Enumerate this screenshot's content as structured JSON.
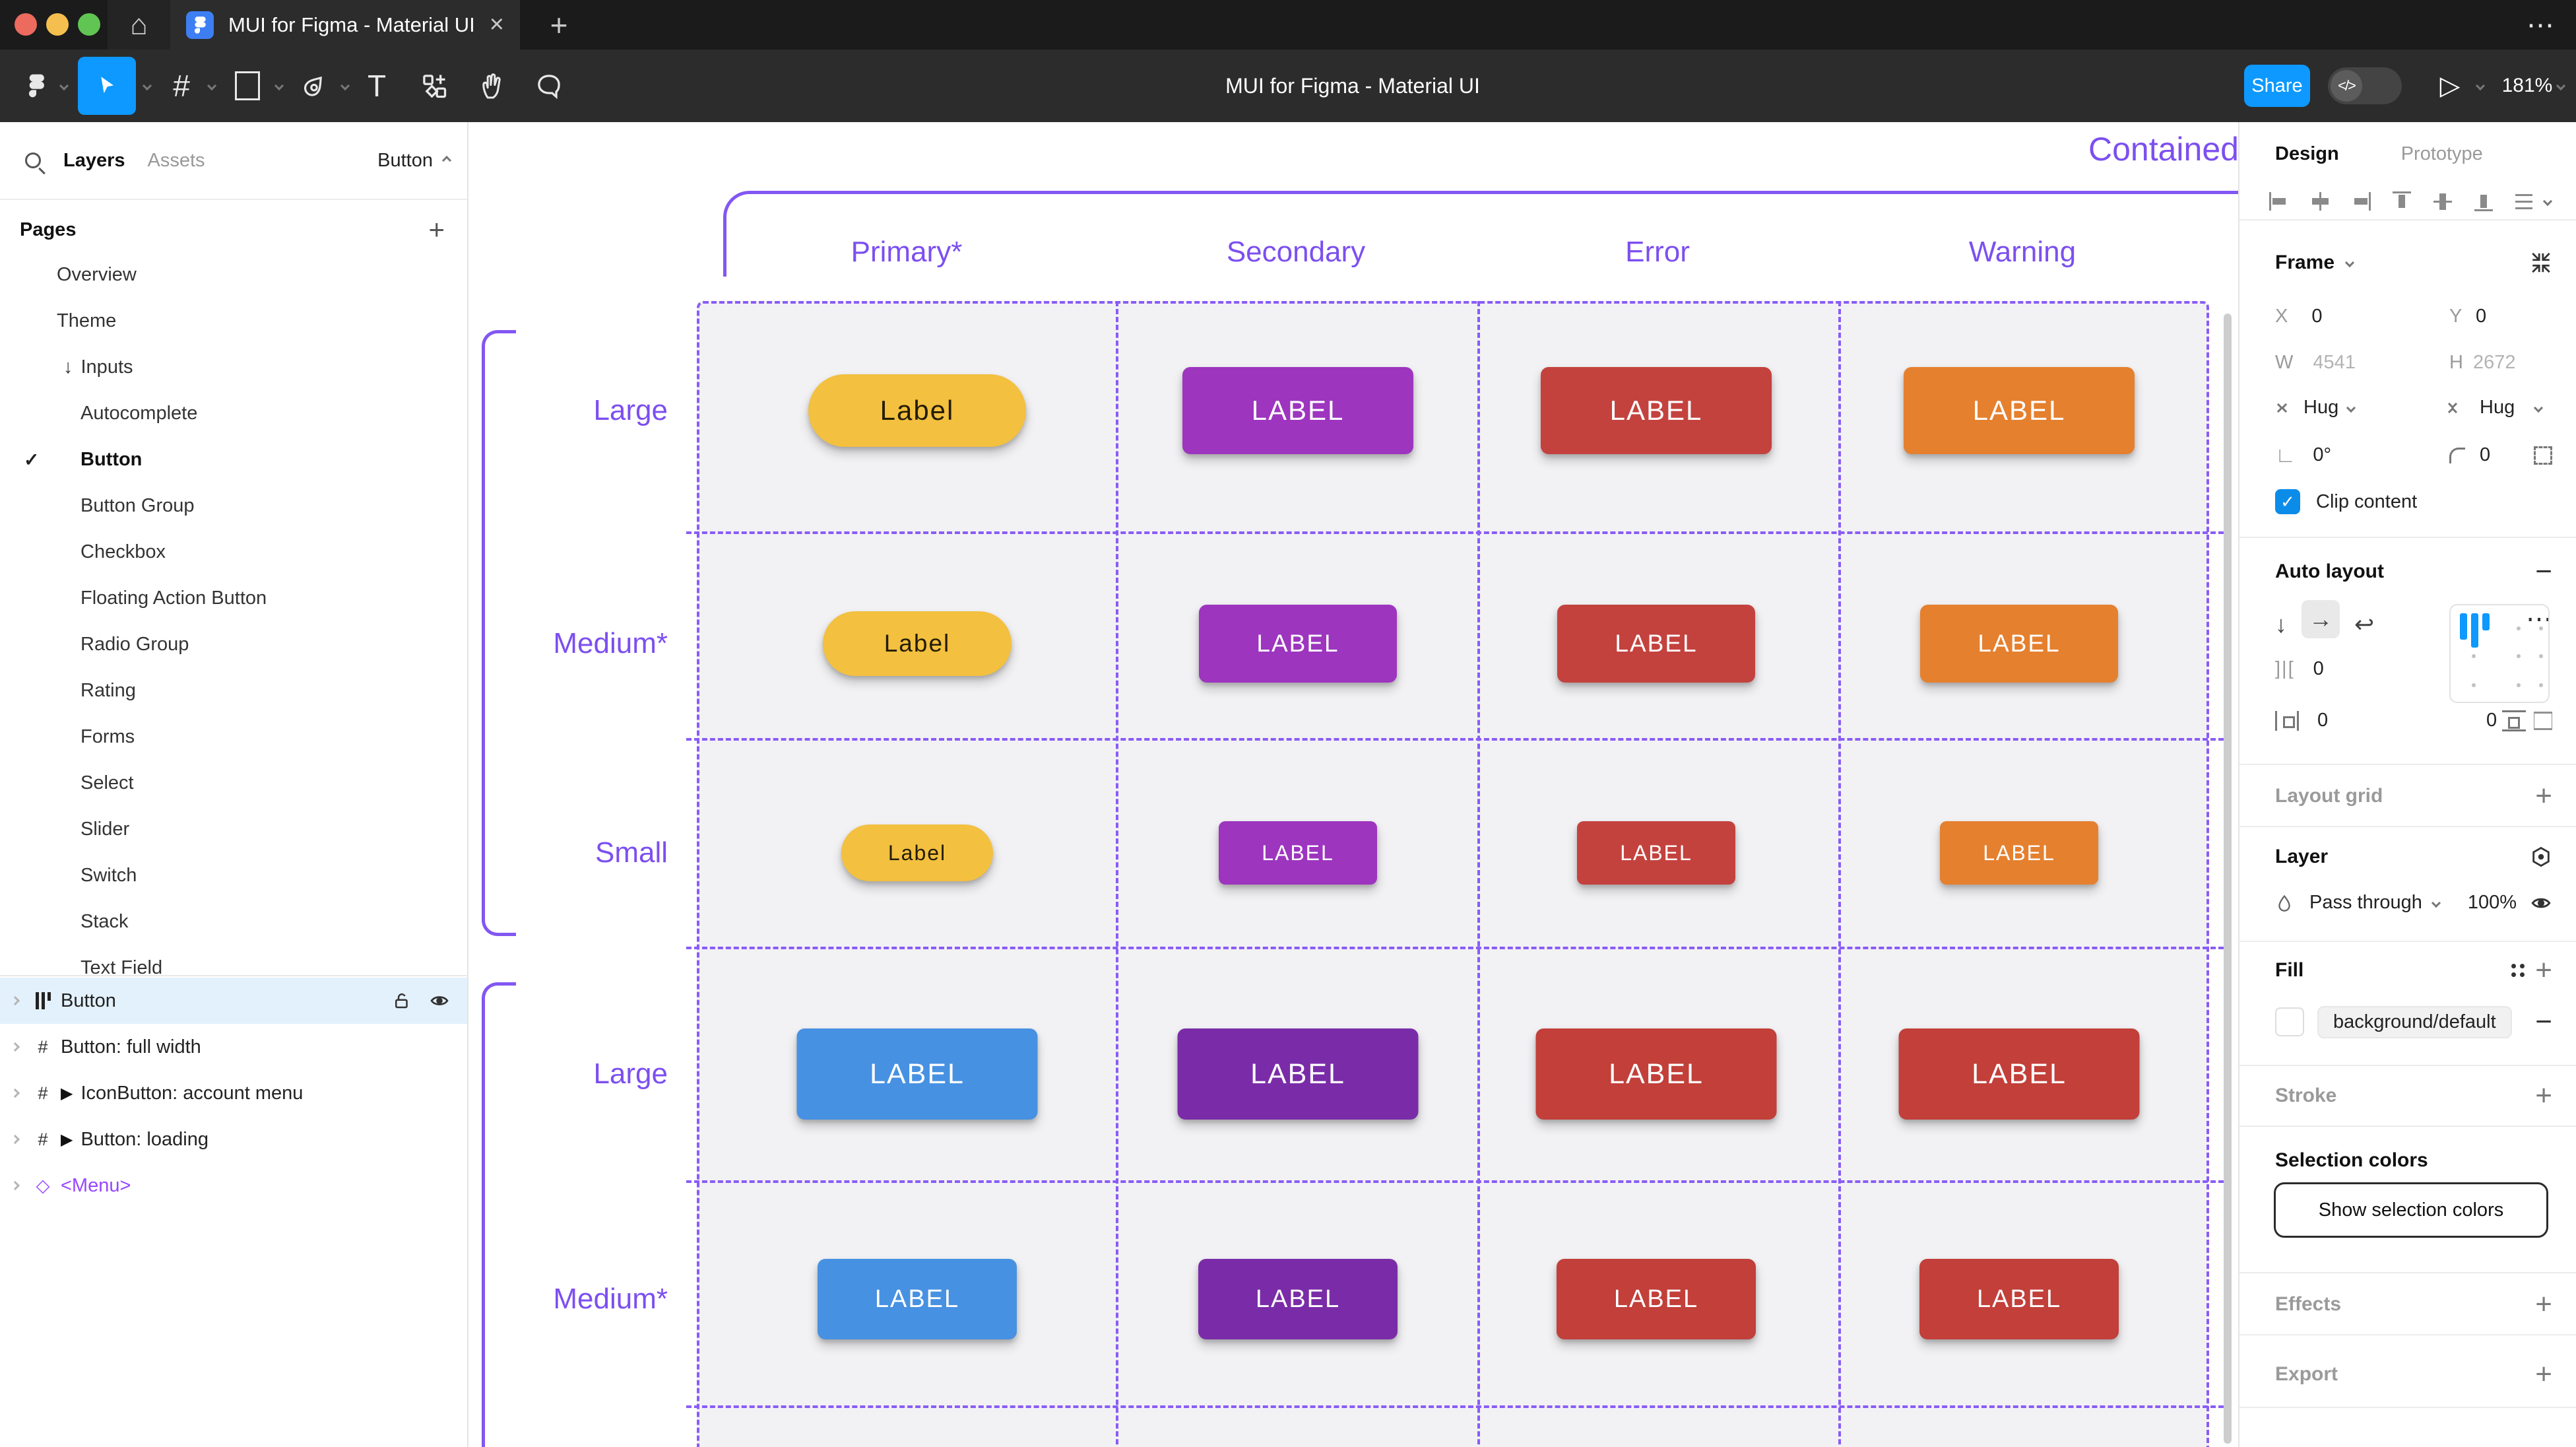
{
  "window": {
    "tab_title": "MUI for Figma - Material UI",
    "toolbar_title": "MUI for Figma - Material UI",
    "share_label": "Share",
    "zoom_level": "181%"
  },
  "icons": {
    "home": "⌂",
    "close": "×",
    "plus": "+",
    "minus": "−",
    "more": "⋯",
    "check": "✓",
    "arrow_down": "↓",
    "arrow_right": "→",
    "wrap": "↩",
    "hash": "#",
    "text_tool": "T",
    "gap": "]|[",
    "angle": "∟",
    "diamond": "◇",
    "marker": "▶",
    "play": "▷",
    "dev_mode": "</>"
  },
  "colors": {
    "figma_blue": "#0D99FF",
    "annotation_text": "#7C4FF0",
    "annotation_line": "#8A5CF6",
    "selected_row": "#E3F1FC",
    "clip_checkbox": "#0C8CE9",
    "grid_fill": "#F2F2F4"
  },
  "sidebar": {
    "tabs": {
      "layers": "Layers",
      "assets": "Assets"
    },
    "page_selector": "Button",
    "pages_header": "Pages",
    "pages": [
      {
        "label": "Overview"
      },
      {
        "label": "Theme"
      },
      {
        "label": "Inputs"
      },
      {
        "label": "Autocomplete"
      },
      {
        "label": "Button"
      },
      {
        "label": "Button Group"
      },
      {
        "label": "Checkbox"
      },
      {
        "label": "Floating Action Button"
      },
      {
        "label": "Radio Group"
      },
      {
        "label": "Rating"
      },
      {
        "label": "Forms"
      },
      {
        "label": "Select"
      },
      {
        "label": "Slider"
      },
      {
        "label": "Switch"
      },
      {
        "label": "Stack"
      },
      {
        "label": "Text Field"
      }
    ],
    "layers": [
      {
        "label": "Button"
      },
      {
        "label": "Button: full width"
      },
      {
        "label": "IconButton: account menu"
      },
      {
        "label": "Button: loading"
      },
      {
        "label": "<Menu>"
      }
    ]
  },
  "canvas": {
    "section_title": "Contained",
    "columns": [
      "Primary*",
      "Secondary",
      "Error",
      "Warning"
    ],
    "rows": [
      "Large",
      "Medium*",
      "Small",
      "Large",
      "Medium*"
    ],
    "grid": [
      {
        "cells": [
          {
            "label": "Label",
            "bg": "#F3C03F",
            "fg": "#241C07"
          },
          {
            "label": "LABEL",
            "bg": "#9D35BF",
            "fg": "#FFFFFF"
          },
          {
            "label": "LABEL",
            "bg": "#C4423E",
            "fg": "#FFFFFF"
          },
          {
            "label": "LABEL",
            "bg": "#E5802F",
            "fg": "#FFFFFF"
          }
        ]
      },
      {
        "cells": [
          {
            "label": "Label",
            "bg": "#F3C03F",
            "fg": "#241C07"
          },
          {
            "label": "LABEL",
            "bg": "#9D35BF",
            "fg": "#FFFFFF"
          },
          {
            "label": "LABEL",
            "bg": "#C4423E",
            "fg": "#FFFFFF"
          },
          {
            "label": "LABEL",
            "bg": "#E5802F",
            "fg": "#FFFFFF"
          }
        ]
      },
      {
        "cells": [
          {
            "label": "Label",
            "bg": "#F3C03F",
            "fg": "#241C07"
          },
          {
            "label": "LABEL",
            "bg": "#9D35BF",
            "fg": "#FFFFFF"
          },
          {
            "label": "LABEL",
            "bg": "#C4423E",
            "fg": "#FFFFFF"
          },
          {
            "label": "LABEL",
            "bg": "#E5802F",
            "fg": "#FFFFFF"
          }
        ]
      },
      {
        "cells": [
          {
            "label": "LABEL",
            "bg": "#4791E2",
            "fg": "#FFFFFF"
          },
          {
            "label": "LABEL",
            "bg": "#7A2CA8",
            "fg": "#FFFFFF"
          },
          {
            "label": "LABEL",
            "bg": "#C23F3A",
            "fg": "#FFFFFF"
          },
          {
            "label": "LABEL",
            "bg": "#C23F3A",
            "fg": "#FFFFFF"
          }
        ]
      },
      {
        "cells": [
          {
            "label": "LABEL",
            "bg": "#4791E2",
            "fg": "#FFFFFF"
          },
          {
            "label": "LABEL",
            "bg": "#7A2CA8",
            "fg": "#FFFFFF"
          },
          {
            "label": "LABEL",
            "bg": "#C23F3A",
            "fg": "#FFFFFF"
          },
          {
            "label": "LABEL",
            "bg": "#C23F3A",
            "fg": "#FFFFFF"
          }
        ]
      }
    ]
  },
  "panel": {
    "tabs": {
      "design": "Design",
      "prototype": "Prototype"
    },
    "frame": {
      "title": "Frame",
      "x_label": "X",
      "x": "0",
      "y_label": "Y",
      "y": "0",
      "w_label": "W",
      "w": "4541",
      "h_label": "H",
      "h": "2672",
      "hug_h": "Hug",
      "hug_v": "Hug",
      "rotation": "0°",
      "radius": "0",
      "clip_label": "Clip content"
    },
    "auto_layout": {
      "title": "Auto layout",
      "gap": "0",
      "pad_h": "0",
      "pad_v": "0"
    },
    "layout_grid": "Layout grid",
    "layer": {
      "title": "Layer",
      "blend": "Pass through",
      "opacity": "100%"
    },
    "fill": {
      "title": "Fill",
      "value": "background/default"
    },
    "stroke": "Stroke",
    "selection_colors": {
      "title": "Selection colors",
      "button": "Show selection colors"
    },
    "effects": "Effects",
    "export": "Export"
  }
}
